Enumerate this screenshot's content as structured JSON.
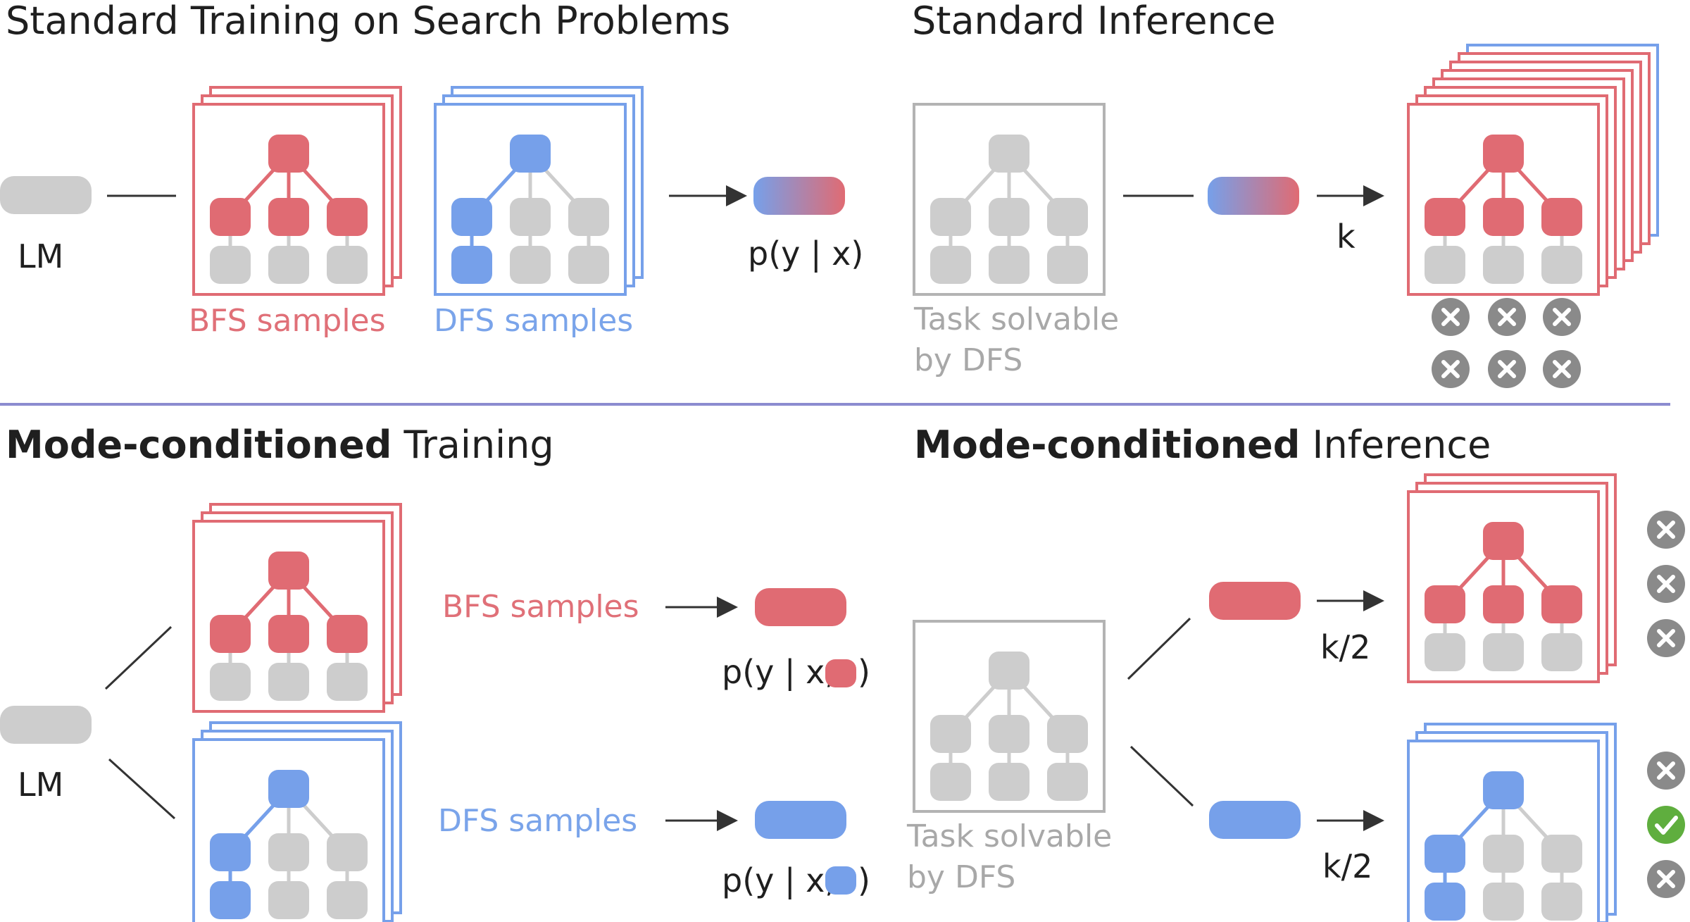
{
  "colors": {
    "red": "#e06b73",
    "blue": "#76a0ea",
    "gray": "#cdcdcd",
    "frame_gray": "#b3b3b3",
    "x_badge": "#8a8a8a",
    "check_badge": "#5fae3e",
    "divider": "#8b8bd0"
  },
  "top": {
    "left_title": "Standard Training on Search Problems",
    "right_title": "Standard Inference",
    "lm_label": "LM",
    "bfs_label": "BFS samples",
    "dfs_label": "DFS samples",
    "prob_label": "p(y | x)",
    "task_line1": "Task solvable",
    "task_line2": "by DFS",
    "k_label": "k",
    "results": [
      "x",
      "x",
      "x",
      "x",
      "x",
      "x"
    ]
  },
  "bottom": {
    "left_title_bold": "Mode-conditioned",
    "left_title_rest": " Training",
    "right_title_bold": "Mode-conditioned",
    "right_title_rest": " Inference",
    "lm_label": "LM",
    "bfs_label": "BFS samples",
    "dfs_label": "DFS samples",
    "prob_bfs_prefix": "p(y | x,",
    "prob_dfs_prefix": "p(y | x,",
    "prob_suffix": ")",
    "task_line1": "Task solvable",
    "task_line2": "by DFS",
    "k_half_top": "k/2",
    "k_half_bottom": "k/2",
    "bfs_results": [
      "x",
      "x",
      "x"
    ],
    "dfs_results": [
      "x",
      "check",
      "x"
    ]
  }
}
